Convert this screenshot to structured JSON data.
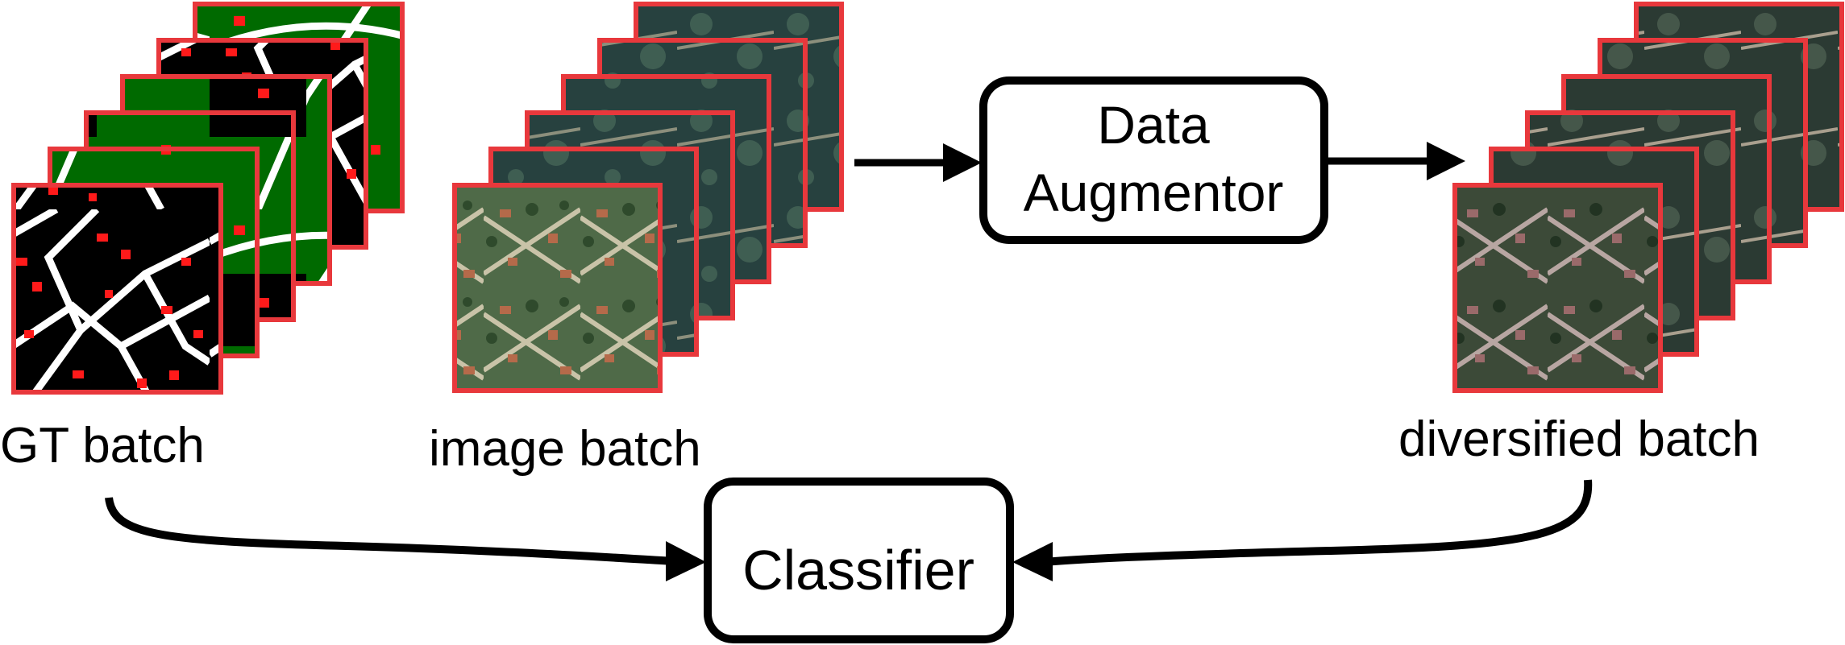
{
  "boxes": {
    "augmentor_line1": "Data",
    "augmentor_line2": "Augmentor",
    "classifier": "Classifier"
  },
  "labels": {
    "gt_batch": "GT batch",
    "image_batch": "image batch",
    "diversified_batch": "diversified batch"
  },
  "colors": {
    "tile_border": "#e8383c",
    "gt_background": "#000000",
    "gt_vegetation": "#006a00",
    "gt_building": "#ff0000",
    "gt_road": "#ffffff",
    "arrow": "#000000",
    "box_stroke": "#000000"
  },
  "icons": {
    "gt_tiles": "ground-truth-mask-tiles",
    "image_tiles": "aerial-photo-tiles",
    "diversified_tiles": "augmented-aerial-photo-tiles"
  }
}
